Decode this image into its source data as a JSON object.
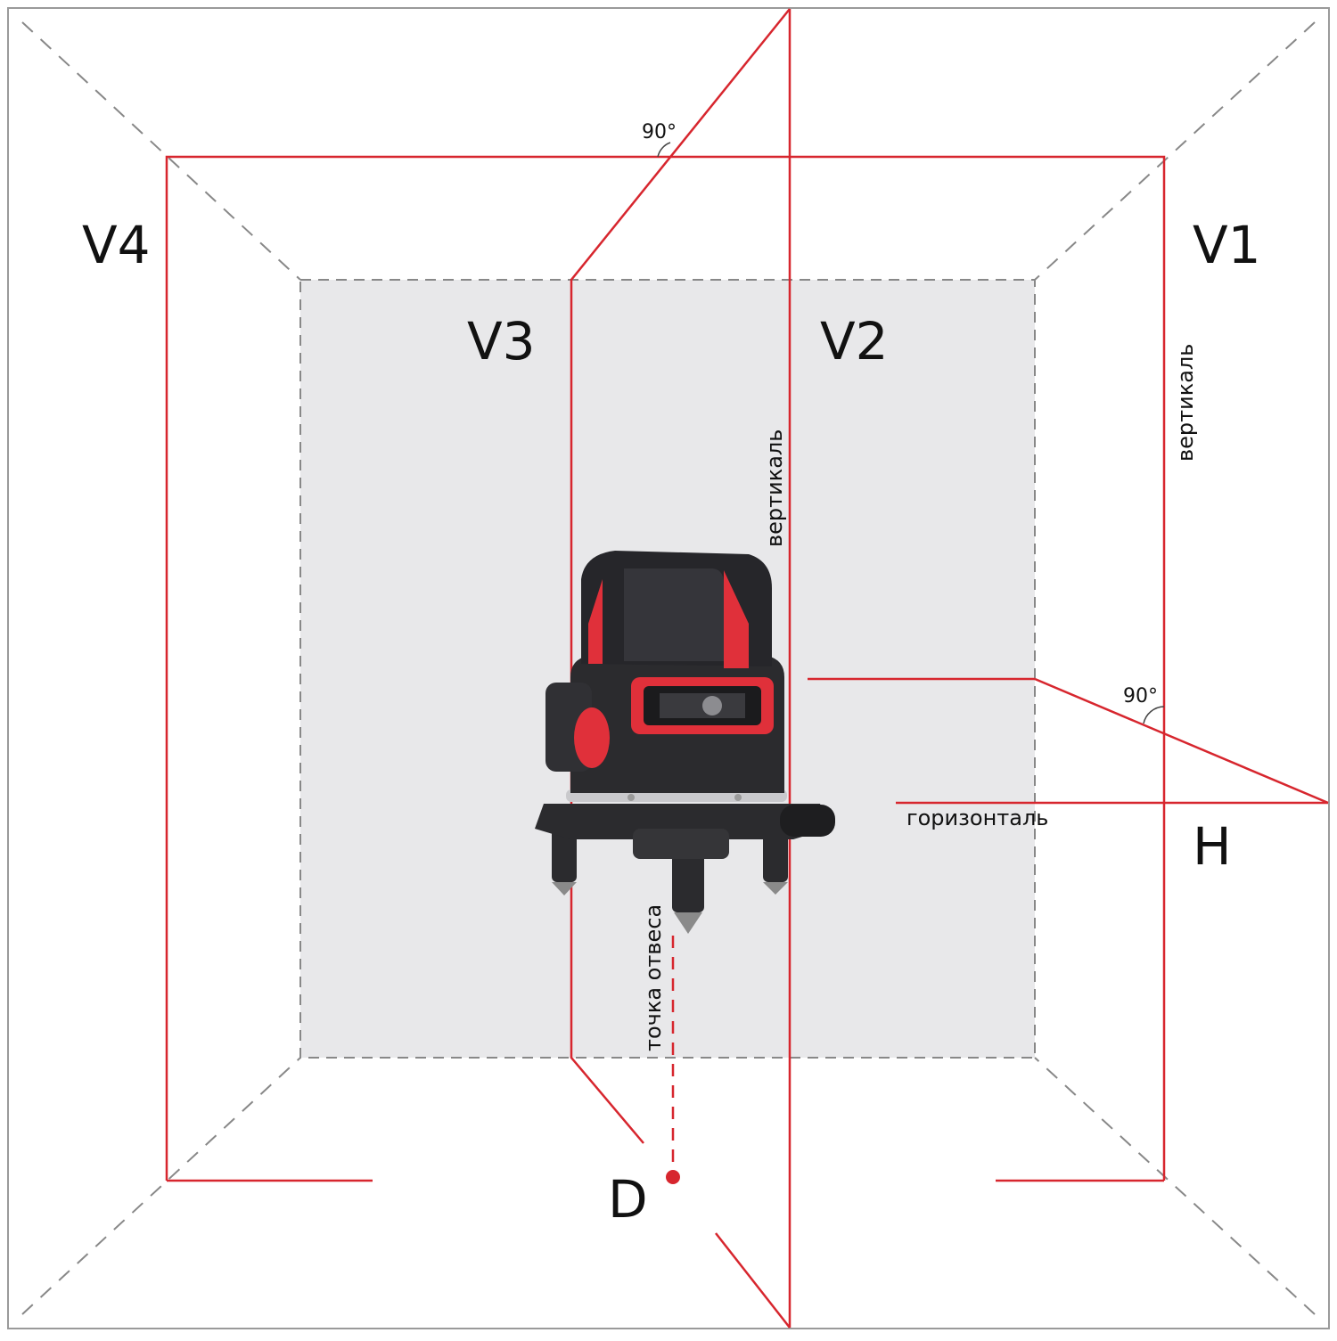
{
  "labels": {
    "v1": "V1",
    "v2": "V2",
    "v3": "V3",
    "v4": "V4",
    "h": "H",
    "d": "D",
    "vertical_right": "вертикаль",
    "vertical_center": "вертикаль",
    "horizontal": "горизонталь",
    "plumb_point": "точка отвеса",
    "angle_top": "90°",
    "angle_right": "90°"
  },
  "colors": {
    "laser": "#d7262e",
    "room_lines": "#888888",
    "back_wall": "#e8e8ea",
    "device_body": "#2b2b2e",
    "device_accent": "#e0303a"
  },
  "icons": {
    "device": "laser-level-icon"
  }
}
